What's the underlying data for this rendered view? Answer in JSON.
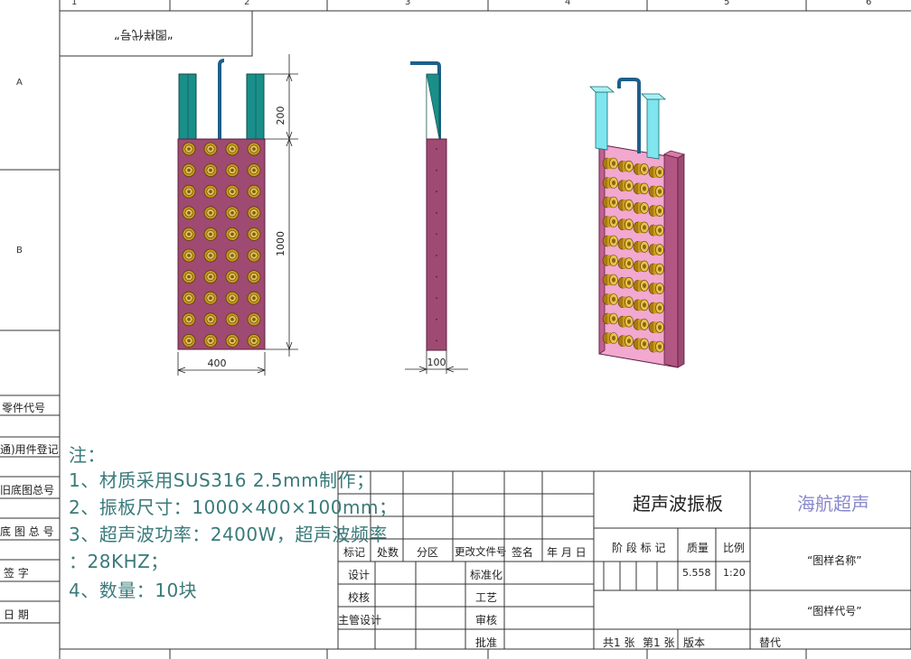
{
  "zones": {
    "cols": [
      "1",
      "2",
      "3",
      "4",
      "5",
      "6"
    ],
    "rows": [
      "A",
      "B"
    ]
  },
  "stamp_text": "“图样代号”",
  "dimensions": {
    "width": "400",
    "height_plate": "1000",
    "height_pipe": "200",
    "depth": "100"
  },
  "left_labels": [
    "零件代号",
    "通)用件登记",
    "旧底图总号",
    "底 图 总 号",
    "签    字",
    "日    期"
  ],
  "notes": {
    "title": "注：",
    "lines": [
      "1、材质采用SUS316 2.5mm制作；",
      "2、振板尺寸：1000×400×100mm；",
      "3、超声波功率：2400W，超声波频率",
      "：28KHZ；",
      "4、数量：10块"
    ]
  },
  "title_block": {
    "headers": [
      "标记",
      "处数",
      "分区",
      "更改文件号",
      "签名",
      "年 月 日"
    ],
    "roles_left": [
      "设计",
      "校核",
      "主管设计"
    ],
    "roles_right": [
      "标准化",
      "工艺",
      "审核",
      "批准"
    ],
    "part_name": "超声波振板",
    "company": "海航超声",
    "stage_label": "阶 段 标 记",
    "mass_label": "质量",
    "scale_label": "比例",
    "mass_value": "5.558",
    "scale_value": "1:20",
    "drawing_name": "“图样名称”",
    "drawing_code": "“图样代号”",
    "sheets_total": "共1 张",
    "sheet_no": "第1 张",
    "version": "版本",
    "replace": "替代"
  },
  "colors": {
    "plate": "#9e4a72",
    "plate_3d": "#f2a8cf",
    "pipe": "#1a8f8a",
    "pipe_3d": "#7fe5ee",
    "transducer": "#c99a1e",
    "company": "#8888cc"
  }
}
